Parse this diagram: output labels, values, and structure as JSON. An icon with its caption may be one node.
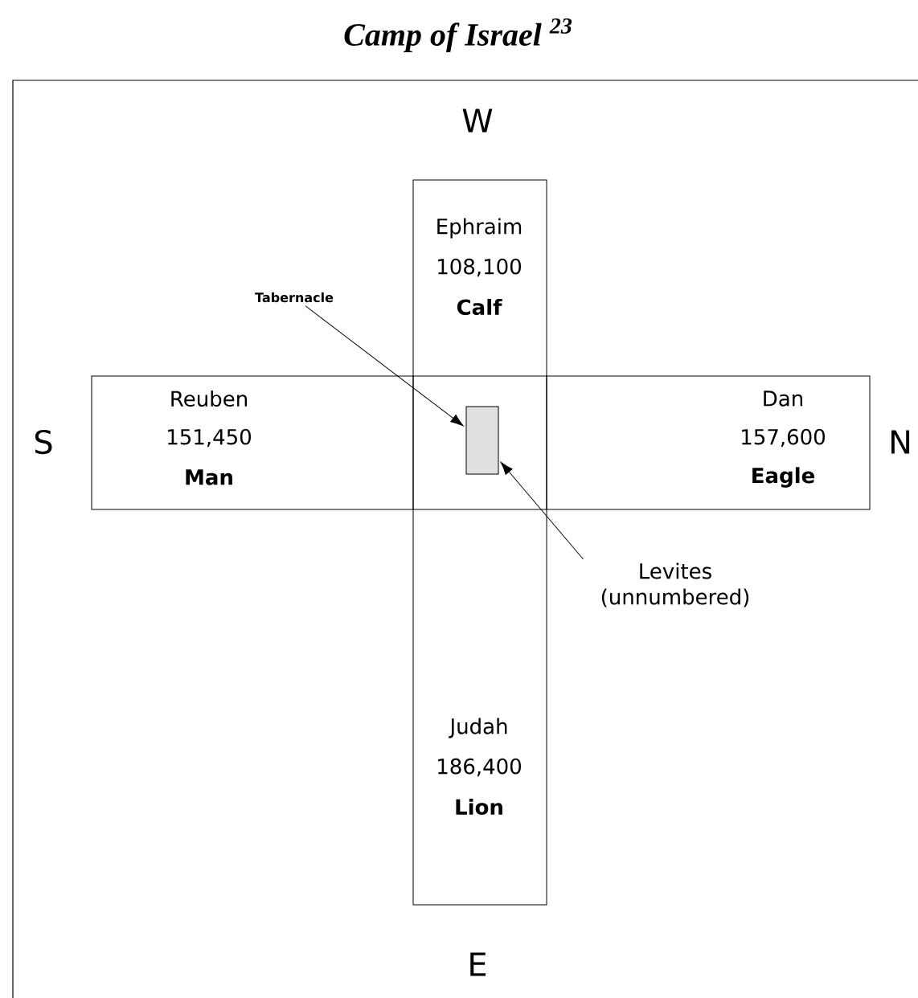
{
  "diagram": {
    "title": "Camp of Israel $^{23}$",
    "nodes": [
      {
        "text": [
          "Ephraim",
          "108,100",
          "Calf"
        ]
      },
      {
        "text": [
          "Tabernacle"
        ]
      },
      {
        "text": [
          "Reuben",
          "151,450",
          "Man"
        ]
      },
      {
        "text": [],
        "shape": "box"
      },
      {
        "text": [
          "Dan",
          "157,600",
          "Eagle"
        ]
      },
      {
        "text": [
          "Levites (unnumbered)"
        ]
      },
      {
        "text": [
          "Judah",
          "186,400",
          "Lion"
        ]
      }
    ],
    "edges": [
      {
        "from": 1,
        "to": 3,
        "arrow": "to"
      },
      {
        "from": 5,
        "to": 3,
        "arrow": "to"
      }
    ],
    "labels": [
      "W",
      "S",
      "N",
      "E"
    ]
  }
}
